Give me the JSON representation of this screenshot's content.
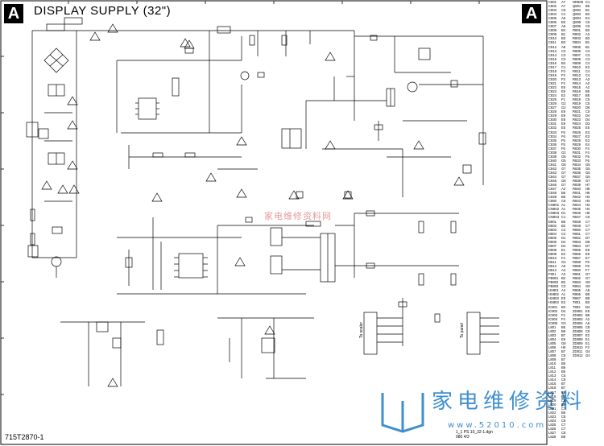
{
  "header": {
    "badge_letter": "A",
    "title": "DISPLAY SUPPLY (32\")"
  },
  "footer": {
    "code": "715T2870-1",
    "filename_line1": "1_1 PS 10_32-1.dgn",
    "filename_line2": "080 4/3"
  },
  "watermarks": {
    "center_text": "家电维修资料网",
    "logo_text": "家电维修资料",
    "url_text": "www.52010.com"
  },
  "labels": {
    "to_scaler": "To scaler",
    "to_panel": "To panel"
  },
  "reference_table": [
    [
      "C801",
      "A7",
      "NR809",
      "C1"
    ],
    [
      "C802",
      "A7",
      "Q801",
      "B5"
    ],
    [
      "C803",
      "C5",
      "Q802",
      "B1"
    ],
    [
      "C804",
      "C1",
      "Q803",
      "B3"
    ],
    [
      "C805",
      "A6",
      "Q804",
      "E4"
    ],
    [
      "C806",
      "B3",
      "Q805",
      "C6"
    ],
    [
      "C807",
      "A6",
      "Q806",
      "C5"
    ],
    [
      "C808",
      "B4",
      "R801",
      "B3"
    ],
    [
      "C809",
      "B1",
      "R802",
      "A3"
    ],
    [
      "C810",
      "B3",
      "R803",
      "B3"
    ],
    [
      "C811",
      "B3",
      "R804",
      "B1"
    ],
    [
      "C812",
      "A8",
      "R805",
      "B1"
    ],
    [
      "C813",
      "C3",
      "R806",
      "C4"
    ],
    [
      "C814",
      "C3",
      "R807",
      "C3"
    ],
    [
      "C815",
      "C3",
      "R808",
      "C3"
    ],
    [
      "C816",
      "B4",
      "R809",
      "C4"
    ],
    [
      "C817",
      "C1",
      "R810",
      "E3"
    ],
    [
      "C818",
      "F3",
      "R811",
      "C4"
    ],
    [
      "C819",
      "F3",
      "R812",
      "C4"
    ],
    [
      "C820",
      "F3",
      "R813",
      "A3"
    ],
    [
      "C821",
      "F4",
      "R814",
      "A2"
    ],
    [
      "C822",
      "E5",
      "R815",
      "A2"
    ],
    [
      "C823",
      "E5",
      "R816",
      "B5"
    ],
    [
      "C824",
      "E2",
      "R817",
      "B5"
    ],
    [
      "C825",
      "F1",
      "R818",
      "C5"
    ],
    [
      "C826",
      "G2",
      "R819",
      "C5"
    ],
    [
      "C827",
      "G2",
      "R820",
      "D6"
    ],
    [
      "C828",
      "E6",
      "R821",
      "C5"
    ],
    [
      "C829",
      "E6",
      "R822",
      "D4"
    ],
    [
      "C830",
      "E6",
      "R823",
      "D4"
    ],
    [
      "C831",
      "E6",
      "R824",
      "D3"
    ],
    [
      "C832",
      "E5",
      "R825",
      "E5"
    ],
    [
      "C833",
      "F6",
      "R826",
      "E3"
    ],
    [
      "C834",
      "F6",
      "R827",
      "E3"
    ],
    [
      "C835",
      "F5",
      "R828",
      "E3"
    ],
    [
      "C836",
      "F5",
      "R829",
      "E4"
    ],
    [
      "C837",
      "F6",
      "R830",
      "F4"
    ],
    [
      "C838",
      "G2",
      "R831",
      "F4"
    ],
    [
      "C839",
      "G5",
      "R832",
      "F5"
    ],
    [
      "C840",
      "G5",
      "R833",
      "F6"
    ],
    [
      "C841",
      "G6",
      "R834",
      "G5"
    ],
    [
      "C842",
      "G7",
      "R835",
      "G5"
    ],
    [
      "C843",
      "G7",
      "R836",
      "G6"
    ],
    [
      "C844",
      "G7",
      "R837",
      "G6"
    ],
    [
      "C845",
      "G6",
      "R838",
      "G7"
    ],
    [
      "C846",
      "G7",
      "R839",
      "H7"
    ],
    [
      "C847",
      "A2",
      "R840",
      "H8"
    ],
    [
      "C848",
      "B6",
      "R841",
      "H6"
    ],
    [
      "C849",
      "B6",
      "R842",
      "H3"
    ],
    [
      "C850",
      "C6",
      "R843",
      "H3"
    ],
    [
      "CN801",
      "A1",
      "R844",
      "H4"
    ],
    [
      "CN802",
      "A1",
      "R845",
      "H4"
    ],
    [
      "CN803",
      "D1",
      "R846",
      "H5"
    ],
    [
      "CN804",
      "C1",
      "R847",
      "C6"
    ],
    [
      "D801",
      "B5",
      "R848",
      "C7"
    ],
    [
      "D802",
      "B2",
      "R849",
      "C7"
    ],
    [
      "D803",
      "C4",
      "R850",
      "C7"
    ],
    [
      "D804",
      "C4",
      "R851",
      "C7"
    ],
    [
      "D805",
      "D1",
      "R852",
      "D7"
    ],
    [
      "D806",
      "D4",
      "R853",
      "D8"
    ],
    [
      "D807",
      "D4",
      "R854",
      "D7"
    ],
    [
      "D808",
      "E1",
      "R855",
      "E8"
    ],
    [
      "D809",
      "E2",
      "R856",
      "E8"
    ],
    [
      "D810",
      "F4",
      "R857",
      "E7"
    ],
    [
      "D811",
      "G4",
      "R858",
      "F8"
    ],
    [
      "D812",
      "A5",
      "R859",
      "F8"
    ],
    [
      "D813",
      "A4",
      "R860",
      "F7"
    ],
    [
      "F801",
      "A3",
      "R861",
      "G7"
    ],
    [
      "FB801",
      "B2",
      "R862",
      "G7"
    ],
    [
      "FB802",
      "B2",
      "R863",
      "G8"
    ],
    [
      "FB803",
      "C3",
      "R864",
      "G8"
    ],
    [
      "HS801",
      "A4",
      "R865",
      "A8"
    ],
    [
      "HS802",
      "A1",
      "R866",
      "B8"
    ],
    [
      "HS803",
      "E5",
      "R867",
      "B8"
    ],
    [
      "HS804",
      "E3",
      "T801",
      "B3"
    ],
    [
      "IC801",
      "B3",
      "T802",
      "D4"
    ],
    [
      "IC802",
      "D4",
      "ZD801",
      "E5"
    ],
    [
      "IC803",
      "F2",
      "ZD802",
      "B8"
    ],
    [
      "IC804",
      "F4",
      "ZD803",
      "A2"
    ],
    [
      "IC805",
      "G3",
      "ZD804",
      "A6"
    ],
    [
      "L801",
      "B5",
      "ZD805",
      "C8"
    ],
    [
      "L802",
      "B6",
      "ZD806",
      "C6"
    ],
    [
      "L803",
      "B7",
      "ZD807",
      "E2"
    ],
    [
      "L804",
      "E6",
      "ZD808",
      "E1"
    ],
    [
      "L805",
      "G6",
      "ZD809",
      "E1"
    ],
    [
      "L806",
      "H6",
      "ZD810",
      "F2"
    ],
    [
      "L807",
      "B7",
      "ZD811",
      "G4"
    ],
    [
      "L808",
      "C6",
      "ZD812",
      "G4"
    ],
    [
      "L809",
      "B7",
      "",
      ""
    ],
    [
      "L810",
      "B6",
      "",
      ""
    ],
    [
      "L811",
      "B6",
      "",
      ""
    ],
    [
      "L812",
      "B5",
      "",
      ""
    ],
    [
      "L813",
      "C5",
      "",
      ""
    ],
    [
      "L814",
      "C6",
      "",
      ""
    ],
    [
      "L815",
      "B7",
      "",
      ""
    ],
    [
      "L816",
      "B7",
      "",
      ""
    ],
    [
      "L817",
      "B6",
      "",
      ""
    ],
    [
      "L818",
      "B8",
      "",
      ""
    ],
    [
      "L819",
      "C8",
      "",
      ""
    ],
    [
      "L820",
      "B8",
      "",
      ""
    ],
    [
      "L821",
      "C7",
      "",
      ""
    ],
    [
      "L822",
      "B8",
      "",
      ""
    ],
    [
      "L823",
      "C8",
      "",
      ""
    ],
    [
      "L824",
      "C8",
      "",
      ""
    ],
    [
      "L825",
      "C7",
      "",
      ""
    ],
    [
      "L826",
      "C7",
      "",
      ""
    ],
    [
      "L827",
      "C8",
      "",
      ""
    ],
    [
      "L828",
      "B8",
      "",
      ""
    ]
  ],
  "colors": {
    "ink": "#000000",
    "watermark_red": "#e59a9a",
    "watermark_blue": "#3f8fd0"
  }
}
